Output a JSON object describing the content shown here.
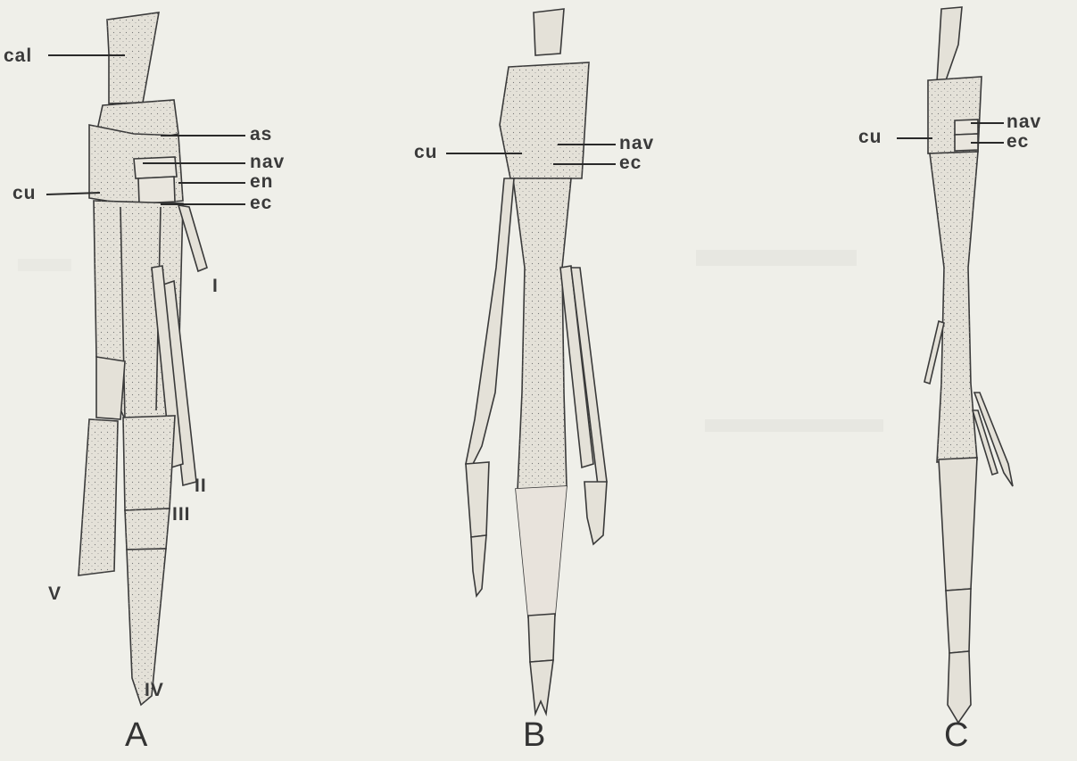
{
  "panels": [
    {
      "letter": "A",
      "bone_labels": {
        "cal": "cal",
        "as": "as",
        "nav": "nav",
        "cu": "cu",
        "en": "en",
        "ec": "ec"
      },
      "digit_labels": {
        "I": "I",
        "II": "II",
        "III": "III",
        "IV": "IV",
        "V": "V"
      }
    },
    {
      "letter": "B",
      "bone_labels": {
        "cu": "cu",
        "nav": "nav",
        "ec": "ec"
      }
    },
    {
      "letter": "C",
      "bone_labels": {
        "nav": "nav",
        "cu": "cu",
        "ec": "ec"
      }
    }
  ],
  "colors": {
    "background": "#efefe9",
    "bone_fill": "#e4e1d8",
    "outline": "#3a3a3a",
    "leader_line": "#2a2a2a"
  }
}
